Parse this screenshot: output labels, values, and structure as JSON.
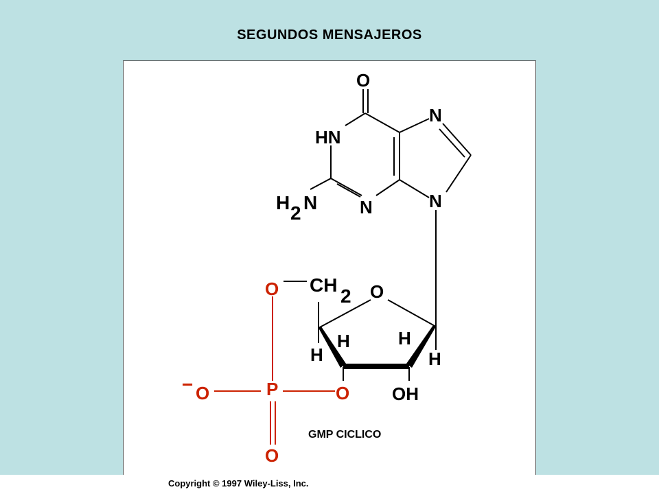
{
  "title": "SEGUNDOS MENSAJEROS",
  "caption": "GMP CICLICO",
  "copyright": "Copyright © 1997 Wiley-Liss, Inc.",
  "atoms": {
    "o_carbonyl": "O",
    "hn": "HN",
    "n_top": "N",
    "n_ring": "N",
    "n9": "N",
    "h2n_h": "H",
    "h2n_sub": "2",
    "h2n_n": "N",
    "o_phos_top": "O",
    "ch": "CH",
    "ch_sub": "2",
    "o_ring": "O",
    "h_left_small": "H",
    "h_left": "H",
    "h_right_top": "H",
    "h_right": "H",
    "o_minus_sign": "−",
    "o_minus": "O",
    "p": "P",
    "o_bridge": "O",
    "oh": "OH",
    "o_phos_bottom": "O"
  },
  "colors": {
    "background": "#bde1e3",
    "panel": "#ffffff",
    "phosphate": "#cc2200",
    "ink": "#000000"
  }
}
